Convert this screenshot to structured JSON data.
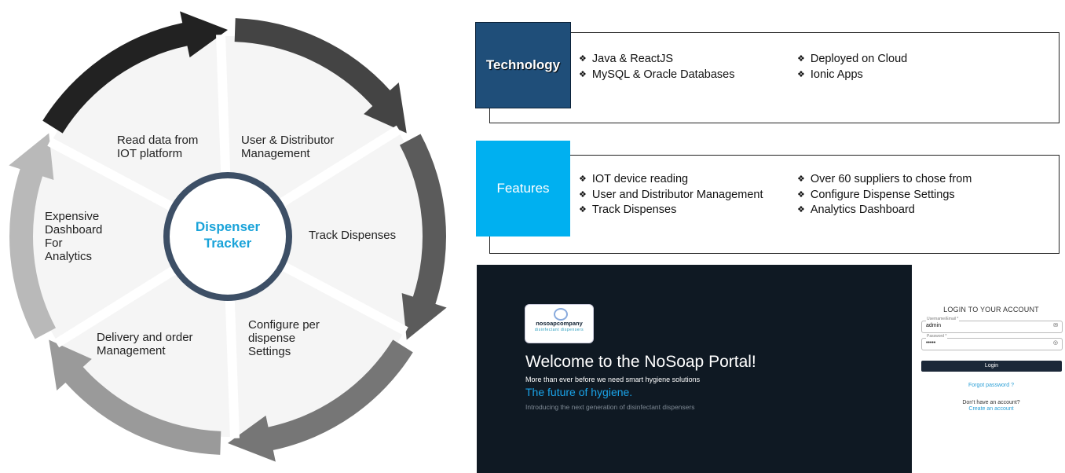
{
  "cycle": {
    "hub": "Dispenser\nTracker",
    "segments": [
      {
        "label": "User & Distributor\nManagement",
        "color": "#444444"
      },
      {
        "label": "Track Dispenses",
        "color": "#5b5b5b"
      },
      {
        "label": "Configure per\ndispense\n Settings",
        "color": "#767676"
      },
      {
        "label": "Delivery and order\nManagement",
        "color": "#9a9a9a"
      },
      {
        "label": "Expensive\nDashboard\nFor\nAnalytics",
        "color": "#b9b9b9"
      },
      {
        "label": "Read data from\nIOT platform",
        "color": "#222222"
      }
    ],
    "hub_ring_color": "#3d4f66"
  },
  "technology": {
    "tag": "Technology",
    "tag_color": "#1f4e79",
    "col1": [
      "Java & ReactJS",
      "MySQL & Oracle Databases"
    ],
    "col2": [
      "Deployed on Cloud",
      "Ionic Apps"
    ]
  },
  "features": {
    "tag": "Features",
    "tag_color": "#00b0f0",
    "col1": [
      "IOT device reading",
      "User and Distributor Management",
      "Track Dispenses"
    ],
    "col2": [
      "Over 60 suppliers to chose from",
      "Configure Dispense Settings",
      "Analytics Dashboard"
    ]
  },
  "portal": {
    "logo": "nosoapcompany",
    "logo_sub": "disinfectant dispensers",
    "welcome": "Welcome to the NoSoap Portal!",
    "lead": "More than ever before we need smart hygiene solutions",
    "future": "The future of hygiene.",
    "intro": "Introducing the next generation of disinfectant dispensers",
    "login": {
      "title": "LOGIN TO YOUR ACCOUNT",
      "username_label": "Username/Email *",
      "username_value": "admin",
      "password_label": "Password *",
      "password_value": "•••••",
      "button": "Login",
      "forgot": "Forgot password ?",
      "no_account": "Don't have an account?",
      "create": "Create an account"
    }
  }
}
